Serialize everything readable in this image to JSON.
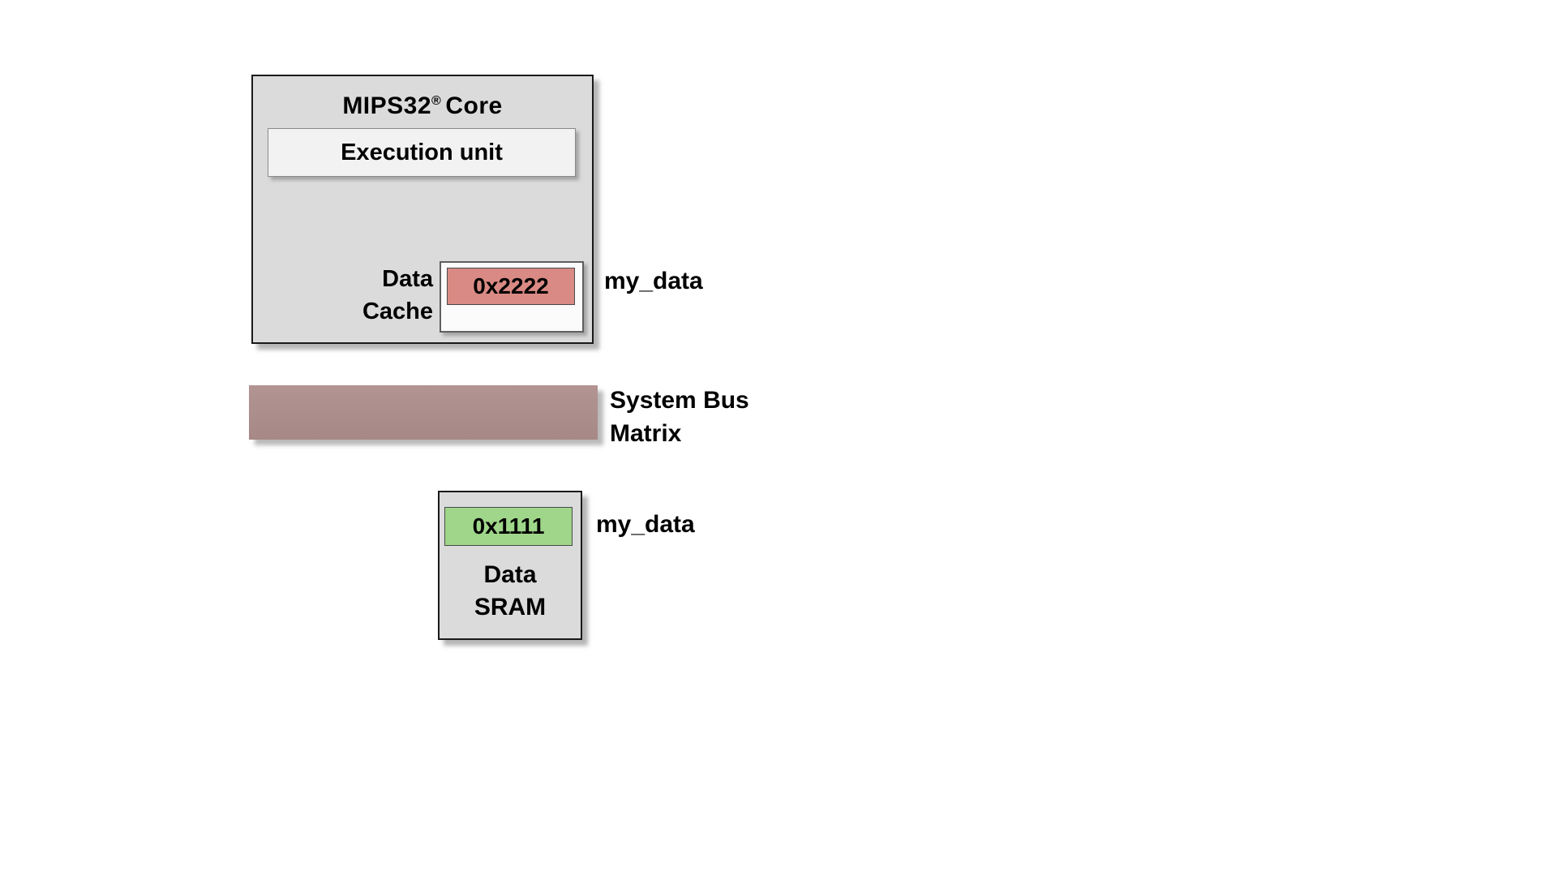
{
  "diagram": {
    "core": {
      "title_main": "MIPS32",
      "title_reg": "®",
      "title_rest": "Core",
      "execution_unit_label": "Execution unit",
      "cache_label_line1": "Data",
      "cache_label_line2": "Cache",
      "cache_value": "0x2222",
      "cache_annotation": "my_data"
    },
    "bus": {
      "label_line1": "System Bus",
      "label_line2": "Matrix"
    },
    "sram": {
      "value": "0x1111",
      "annotation": "my_data",
      "label_line1": "Data",
      "label_line2": "SRAM"
    },
    "colors": {
      "background": "#ffffff",
      "core_fill": "#dbdbdb",
      "execution_unit_fill": "#f2f2f2",
      "cache_value_fill": "#d98a84",
      "sram_value_fill": "#9fd68a",
      "bus_fill": "#a88a88"
    }
  }
}
